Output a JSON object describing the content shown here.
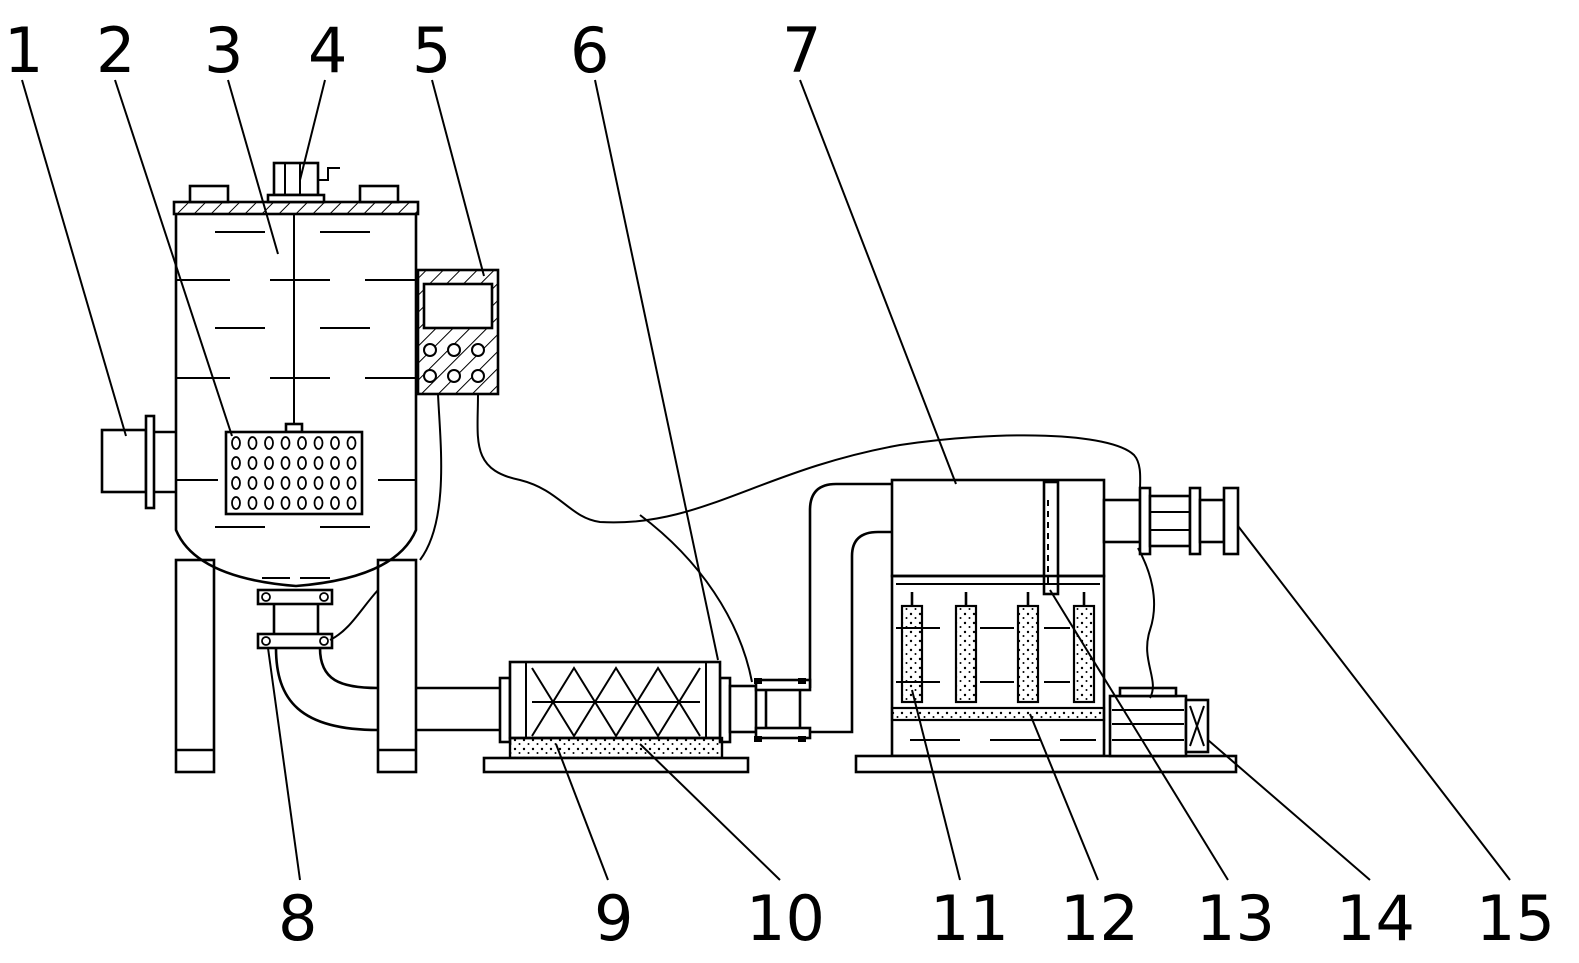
{
  "labels": {
    "l1": "1",
    "l2": "2",
    "l3": "3",
    "l4": "4",
    "l5": "5",
    "l6": "6",
    "l7": "7",
    "l8": "8",
    "l9": "9",
    "l10": "10",
    "l11": "11",
    "l12": "12",
    "l13": "13",
    "l14": "14",
    "l15": "15"
  },
  "colors": {
    "stroke": "#000000",
    "background": "#ffffff"
  }
}
